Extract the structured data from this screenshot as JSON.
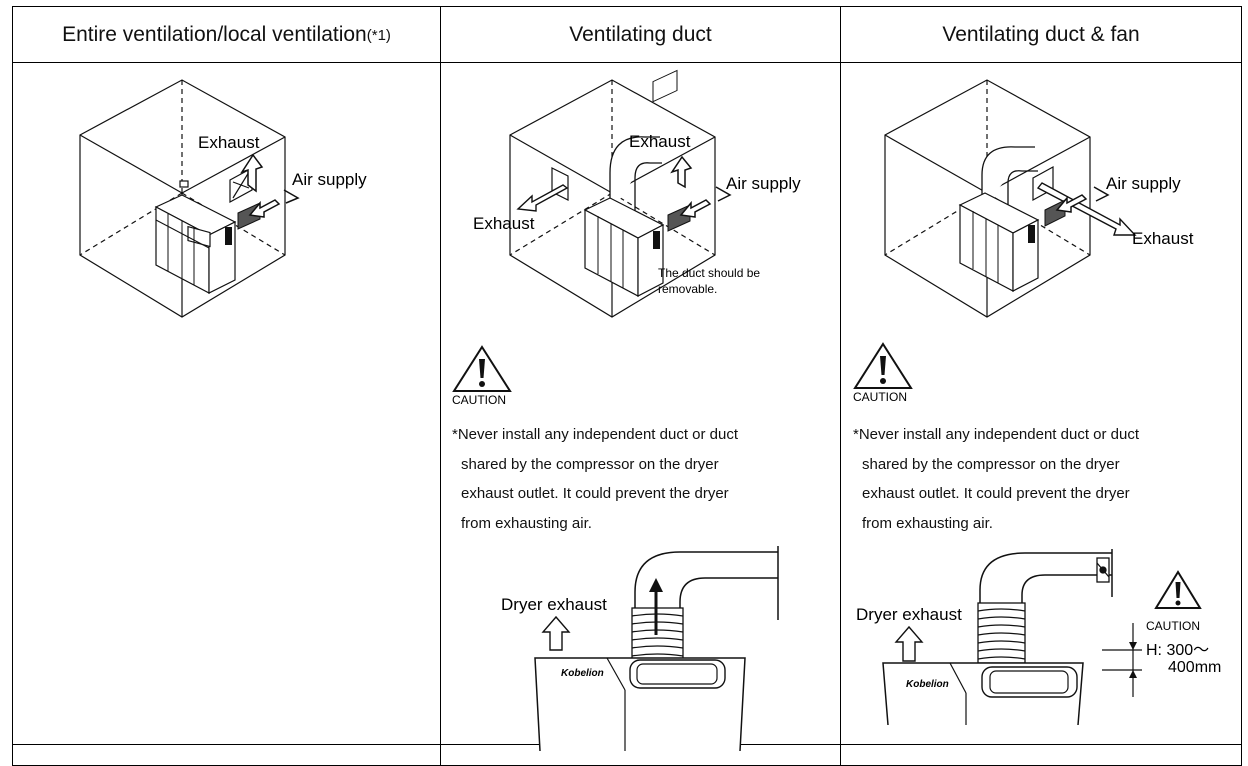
{
  "headers": {
    "col1": "Entire ventilation/local ventilation",
    "col1_note": "(*1)",
    "col2": "Ventilating duct",
    "col3": "Ventilating duct & fan"
  },
  "col1_figure": {
    "exhaust": "Exhaust",
    "air_supply": "Air supply"
  },
  "col2_figure": {
    "exhaust_top": "Exhaust",
    "exhaust_left": "Exhaust",
    "air_supply": "Air supply",
    "duct_note_1": "The duct should be",
    "duct_note_2": "removable."
  },
  "col3_figure": {
    "air_supply": "Air supply",
    "exhaust": "Exhaust"
  },
  "caution_label": "CAUTION",
  "caution_lines": [
    "*Never install any independent duct or duct",
    "shared by the compressor on the dryer",
    "exhaust outlet. It could prevent the dryer",
    "from exhausting air."
  ],
  "col2_detail": {
    "dryer_exhaust": "Dryer exhaust",
    "brand": "Kobelion"
  },
  "col3_detail": {
    "dryer_exhaust": "Dryer exhaust",
    "brand": "Kobelion",
    "caution": "CAUTION",
    "height_1": "H: 300～",
    "height_2": "400mm"
  }
}
